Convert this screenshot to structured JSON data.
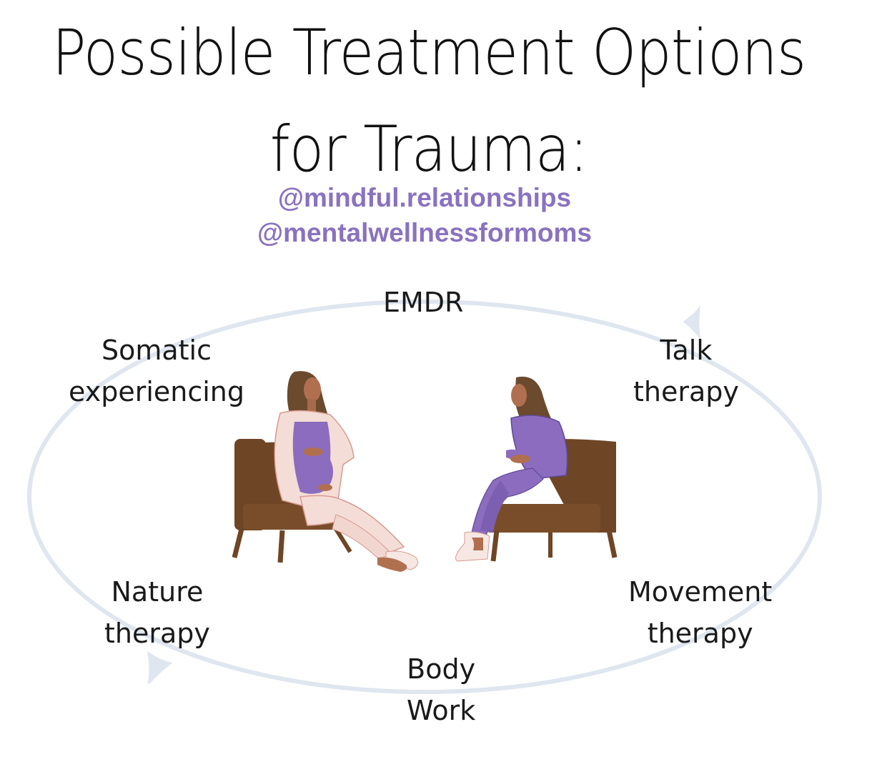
{
  "title": {
    "line1": "Possible Treatment Options",
    "line2": "for Trauma:"
  },
  "handles": [
    "@mindful.relationships",
    "@mentalwellnessformoms"
  ],
  "cycle": {
    "items": [
      {
        "lines": [
          "EMDR"
        ]
      },
      {
        "lines": [
          "Talk",
          "therapy"
        ]
      },
      {
        "lines": [
          "Movement",
          "therapy"
        ]
      },
      {
        "lines": [
          "Body",
          "Work"
        ]
      },
      {
        "lines": [
          "Nature",
          "therapy"
        ]
      },
      {
        "lines": [
          "Somatic",
          "experiencing"
        ]
      }
    ]
  },
  "colors": {
    "title": "#111111",
    "handle": "#8a72bf",
    "cycle_ring": "#dfe6ef",
    "label": "#1a1a1a",
    "chair": "#6e4626",
    "accent_purple": "#8b6cbf",
    "light_outfit": "#f4ddd6"
  }
}
